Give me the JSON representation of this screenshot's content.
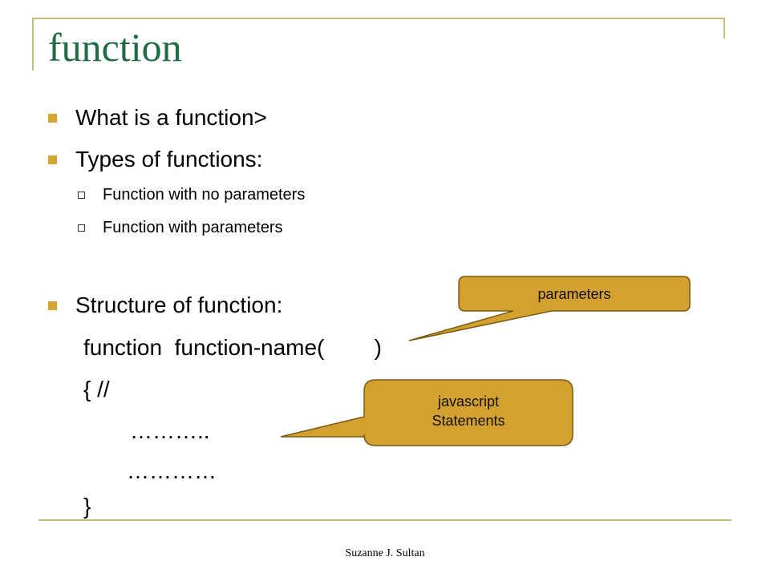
{
  "slide": {
    "title": "function",
    "bullets": [
      "What is a function>",
      "Types of functions:"
    ],
    "sub_bullets": [
      "Function with no parameters",
      "Function with parameters"
    ],
    "structure_bullet": "Structure of function:",
    "code_lines": [
      "function  function-name(        )",
      "{ //",
      "………..",
      "…………",
      "}"
    ],
    "callouts": {
      "parameters": "parameters",
      "statements_line1": "javascript",
      "statements_line2": "Statements"
    },
    "footer": "Suzanne J. Sultan",
    "colors": {
      "title": "#1f6b43",
      "bullet": "#d4a530",
      "callout_fill": "#d4a030",
      "callout_border": "#7a5a10",
      "frame": "#c8b97c"
    },
    "icons": {
      "bullet": "filled-square",
      "sub_bullet": "hollow-square"
    }
  }
}
